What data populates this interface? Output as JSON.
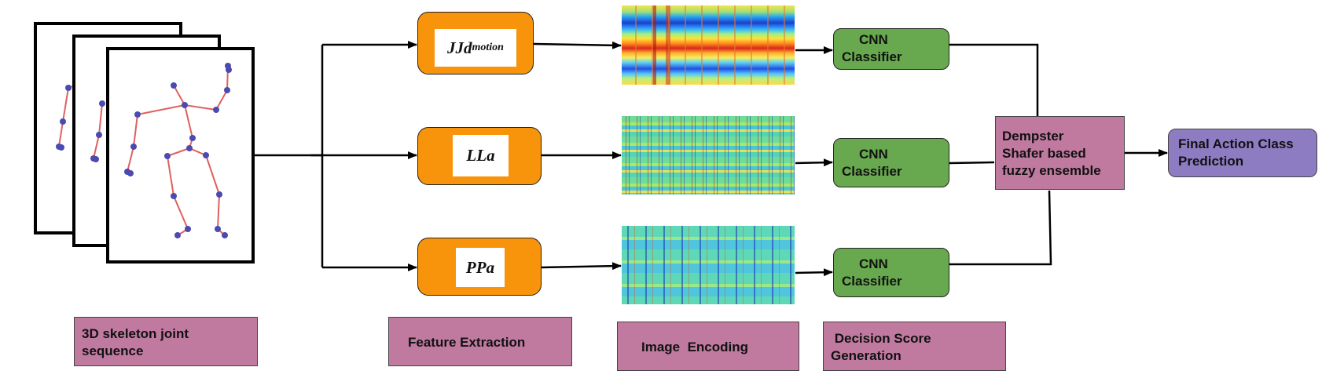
{
  "features": {
    "f1": {
      "main": "JJd",
      "sub": "motion"
    },
    "f2": {
      "main": "LLa"
    },
    "f3": {
      "main": "PPa"
    }
  },
  "classifiers": [
    {
      "line1": "CNN",
      "line2": "Classifier"
    },
    {
      "line1": "CNN",
      "line2": "Classifier"
    },
    {
      "line1": "CNN",
      "line2": "Classifier"
    }
  ],
  "fusion": {
    "line1": "Dempster",
    "line2": "Shafer based",
    "line3": "fuzzy ensemble"
  },
  "final": {
    "line1": "Final Action Class",
    "line2": "Prediction"
  },
  "stage_labels": {
    "skeleton": {
      "line1": "3D skeleton joint",
      "line2": "sequence"
    },
    "feature": "Feature Extraction",
    "encoding": "Image  Encoding",
    "decision": {
      "line1": " Decision Score",
      "line2": "Generation"
    }
  },
  "colors": {
    "feature_box": "#f7940b",
    "cnn_box": "#68a84f",
    "fusion_box": "#c07aa0",
    "final_box": "#8e7cc3",
    "skeleton_bone": "#e06060",
    "skeleton_joint": "#4a4ab0"
  }
}
